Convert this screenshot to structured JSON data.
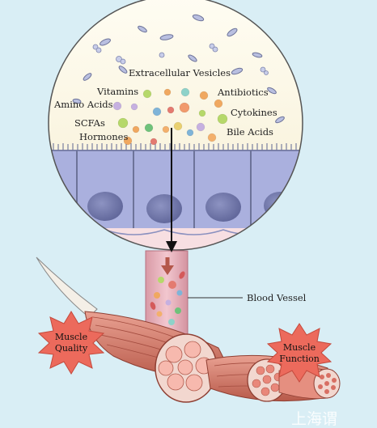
{
  "circle": {
    "top_label": "Extracellular Vesicles",
    "labels": [
      {
        "text": "Vitamins"
      },
      {
        "text": "Antibiotics"
      },
      {
        "text": "Amino Acids"
      },
      {
        "text": "Cytokines"
      },
      {
        "text": "SCFAs"
      },
      {
        "text": "Bile Acids"
      },
      {
        "text": "Hormones"
      }
    ]
  },
  "callouts": {
    "blood_vessel": "Blood Vessel",
    "muscle_quality": [
      "Muscle",
      "Quality"
    ],
    "muscle_function": [
      "Muscle",
      "Function"
    ]
  },
  "watermark": "上海谓",
  "colors": {
    "background": "#d9eef5",
    "lumen": "#fbf6e4",
    "epithelium": "#9fa5d8",
    "nucleus": "#6f75a6",
    "vessel": "#e9b7c0",
    "muscle": "#d97b6a",
    "starburst": "#ec6a5c",
    "arrow": "#111111"
  }
}
